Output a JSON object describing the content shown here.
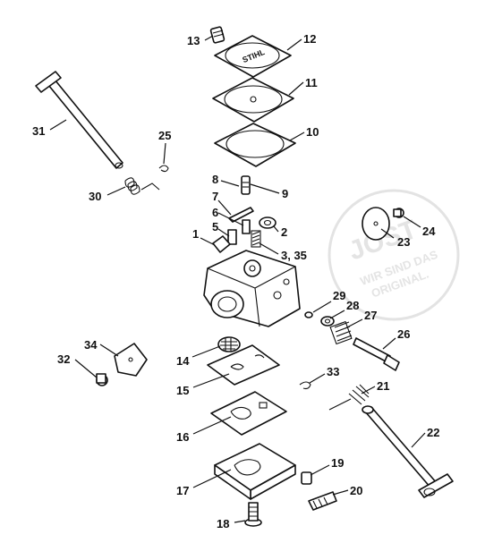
{
  "diagram": {
    "labels": [
      "1",
      "2",
      "3, 35",
      "5",
      "6",
      "7",
      "8",
      "9",
      "10",
      "11",
      "12",
      "13",
      "14",
      "15",
      "16",
      "17",
      "18",
      "19",
      "20",
      "21",
      "22",
      "23",
      "24",
      "25",
      "26",
      "27",
      "28",
      "29",
      "30",
      "31",
      "32",
      "33",
      "34"
    ],
    "watermark": {
      "brand": "JOST",
      "line1": "WIR SIND DAS",
      "line2": "ORIGINAL."
    },
    "print_on_part": "STIHL"
  }
}
